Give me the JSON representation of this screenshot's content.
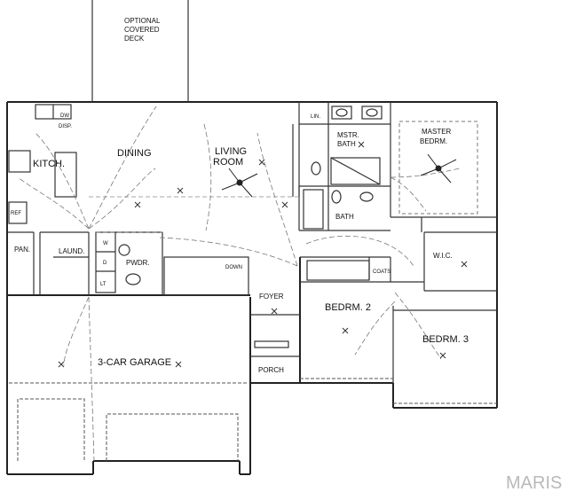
{
  "rooms": {
    "deck_line1": "OPTIONAL",
    "deck_line2": "COVERED",
    "deck_line3": "DECK",
    "kitchen": "KITCH.",
    "dining": "DINING",
    "living_line1": "LIVING",
    "living_line2": "ROOM",
    "linen": "LIN.",
    "master_bath_line1": "MSTR.",
    "master_bath_line2": "BATH",
    "master_bed_line1": "MASTER",
    "master_bed_line2": "BEDRM.",
    "bath": "BATH",
    "pantry": "PAN.",
    "laundry": "LAUND.",
    "powder": "PWDR.",
    "down": "DOWN",
    "wic": "W.I.C.",
    "coats": "COATS",
    "foyer": "FOYER",
    "bedroom2": "BEDRM. 2",
    "bedroom3": "BEDRM. 3",
    "garage": "3-CAR GARAGE",
    "porch": "PORCH",
    "washer": "W",
    "dryer": "D",
    "dishwasher": "DW",
    "disposal": "DISP.",
    "refrigerator": "REF",
    "lt": "LT"
  },
  "watermark": "MARIS"
}
